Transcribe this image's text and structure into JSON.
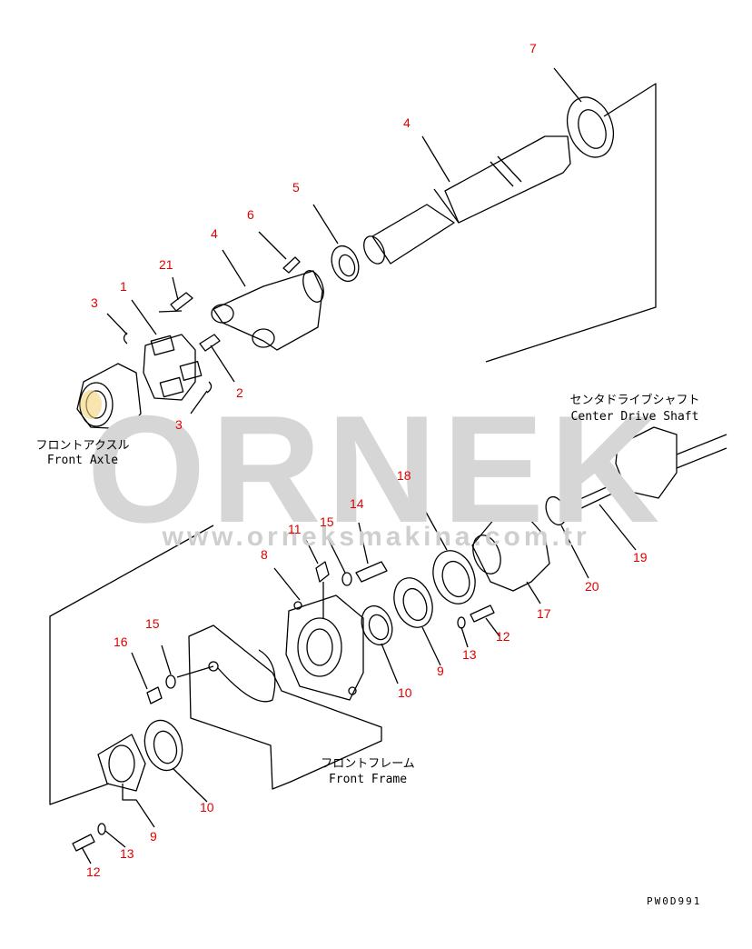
{
  "watermark": {
    "brand": "ORNEK",
    "url": "www.orneksmakina.com.tr"
  },
  "labels": {
    "front_axle_jp": "フロントアクスル",
    "front_axle_en": "Front Axle",
    "center_drive_jp": "センタドライブシャフト",
    "center_drive_en": "Center Drive Shaft",
    "front_frame_jp": "フロントフレーム",
    "front_frame_en": "Front Frame"
  },
  "drawing_code": "PW0D991",
  "part_numbers": {
    "p7": "7",
    "p4a": "4",
    "p5": "5",
    "p6": "6",
    "p4b": "4",
    "p21": "21",
    "p1": "1",
    "p3a": "3",
    "p2": "2",
    "p3b": "3",
    "p18": "18",
    "p14": "14",
    "p15a": "15",
    "p11": "11",
    "p8": "8",
    "p15b": "15",
    "p16": "16",
    "p10a": "10",
    "p9a": "9",
    "p13a": "13",
    "p12a": "12",
    "p17": "17",
    "p20": "20",
    "p19": "19",
    "p10b": "10",
    "p9b": "9",
    "p13b": "13",
    "p12b": "12"
  },
  "colors": {
    "label_red": "#e00000",
    "line": "#000000",
    "watermark": "#d6d6d6",
    "bearing_yellow": "#f2d27a"
  }
}
